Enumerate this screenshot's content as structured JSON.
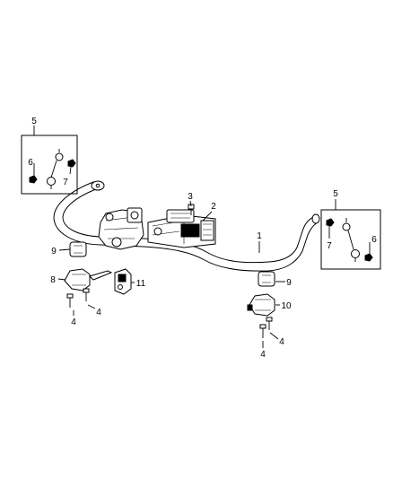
{
  "callouts": {
    "c1": "1",
    "c2": "2",
    "c3": "3",
    "c4a": "4",
    "c4b": "4",
    "c4c": "4",
    "c4d": "4",
    "c5a": "5",
    "c5b": "5",
    "c6a": "6",
    "c6b": "6",
    "c7a": "7",
    "c7b": "7",
    "c8": "8",
    "c9a": "9",
    "c9b": "9",
    "c10": "10",
    "c11": "11"
  }
}
